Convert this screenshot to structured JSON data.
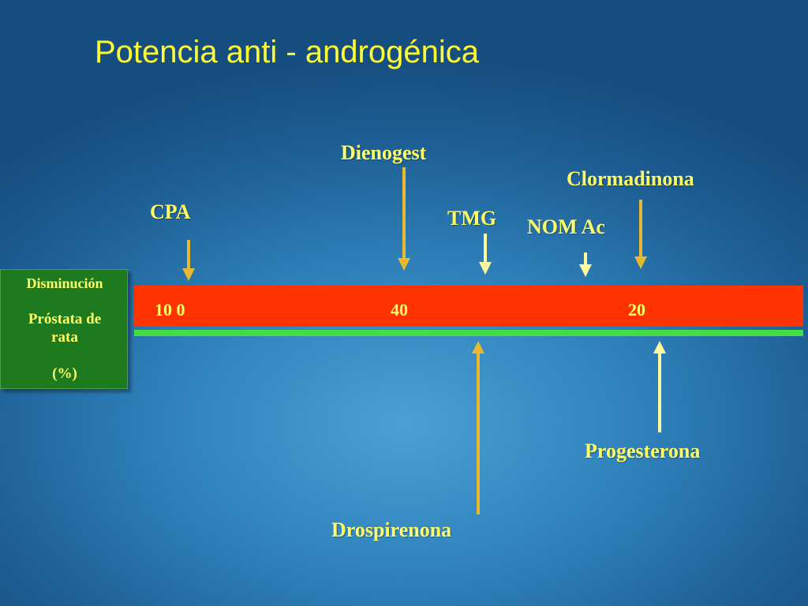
{
  "title": "Potencia anti - androgénica",
  "side_box": {
    "line1": "Disminución",
    "line2": "Próstata de",
    "line3": "rata",
    "line4": "(%)"
  },
  "bar_labels": {
    "value1": "10 0",
    "value2": "40",
    "value3": "20"
  },
  "drugs": {
    "cpa": "CPA",
    "dienogest": "Dienogest",
    "tmg": "TMG",
    "nom_ac": "NOM Ac",
    "clormadinona": "Clormadinona",
    "drospirenona": "Drospirenona",
    "progesterona": "Progesterona"
  },
  "colors": {
    "title": "#ffff33",
    "bar": "#ff3300",
    "line": "#44dd44",
    "side_box": "#1e7a1e",
    "arrow_gold": "#e8b830",
    "arrow_light": "#fff9a0",
    "text": "#ffff66"
  }
}
